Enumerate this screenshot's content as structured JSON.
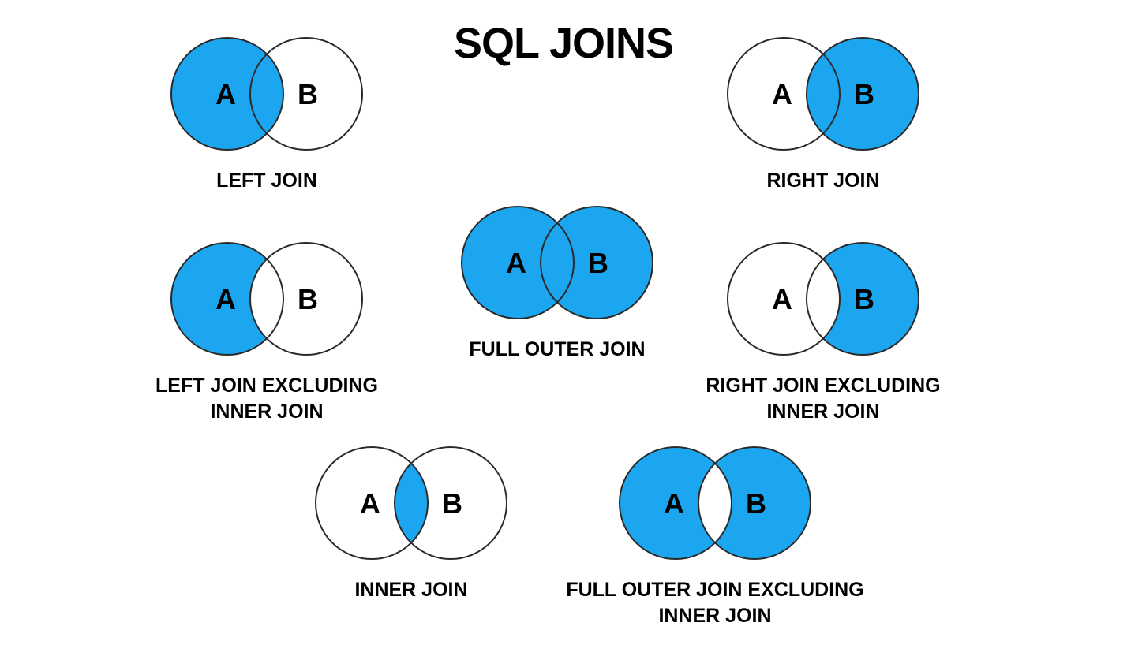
{
  "title": "SQL JOINS",
  "colors": {
    "fill": "#1ca6f0",
    "stroke": "#2a2a2a",
    "text": "#000000",
    "background": "#ffffff"
  },
  "diagrams": [
    {
      "id": "left-join",
      "label_lines": [
        "LEFT JOIN"
      ],
      "set_a": "A",
      "set_b": "B",
      "filled_regions": [
        "a",
        "ab"
      ]
    },
    {
      "id": "right-join",
      "label_lines": [
        "RIGHT JOIN"
      ],
      "set_a": "A",
      "set_b": "B",
      "filled_regions": [
        "b",
        "ab"
      ]
    },
    {
      "id": "left-join-excluding-inner-join",
      "label_lines": [
        "LEFT JOIN EXCLUDING",
        "INNER JOIN"
      ],
      "set_a": "A",
      "set_b": "B",
      "filled_regions": [
        "a"
      ]
    },
    {
      "id": "full-outer-join",
      "label_lines": [
        "FULL OUTER JOIN"
      ],
      "set_a": "A",
      "set_b": "B",
      "filled_regions": [
        "a",
        "ab",
        "b"
      ]
    },
    {
      "id": "right-join-excluding-inner-join",
      "label_lines": [
        "RIGHT JOIN EXCLUDING",
        "INNER JOIN"
      ],
      "set_a": "A",
      "set_b": "B",
      "filled_regions": [
        "b"
      ]
    },
    {
      "id": "inner-join",
      "label_lines": [
        "INNER JOIN"
      ],
      "set_a": "A",
      "set_b": "B",
      "filled_regions": [
        "ab"
      ]
    },
    {
      "id": "full-outer-join-excluding-inner-join",
      "label_lines": [
        "FULL OUTER JOIN EXCLUDING",
        "INNER JOIN"
      ],
      "set_a": "A",
      "set_b": "B",
      "filled_regions": [
        "a",
        "b"
      ]
    }
  ]
}
